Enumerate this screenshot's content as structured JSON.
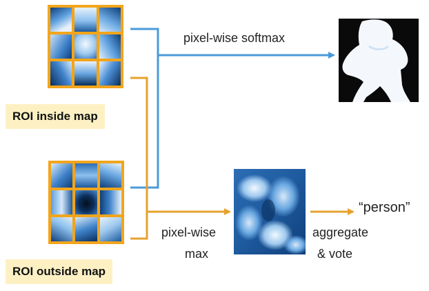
{
  "labels": {
    "roi_inside_map": "ROI inside map",
    "roi_outside_map": "ROI outside map",
    "pixel_wise_softmax": "pixel-wise softmax",
    "pixel_wise_max_line1": "pixel-wise",
    "pixel_wise_max_line2": "max",
    "aggregate_line1": "aggregate",
    "aggregate_line2": "& vote",
    "person_label": "“person”"
  },
  "colors": {
    "blue_line": "#4a9ad9",
    "orange_line": "#e6a22c",
    "grid_border": "#f2a51c",
    "label_bg": "#fdf1c4",
    "map_dark": "#1e5a9e",
    "map_light": "#e8f1fb"
  }
}
